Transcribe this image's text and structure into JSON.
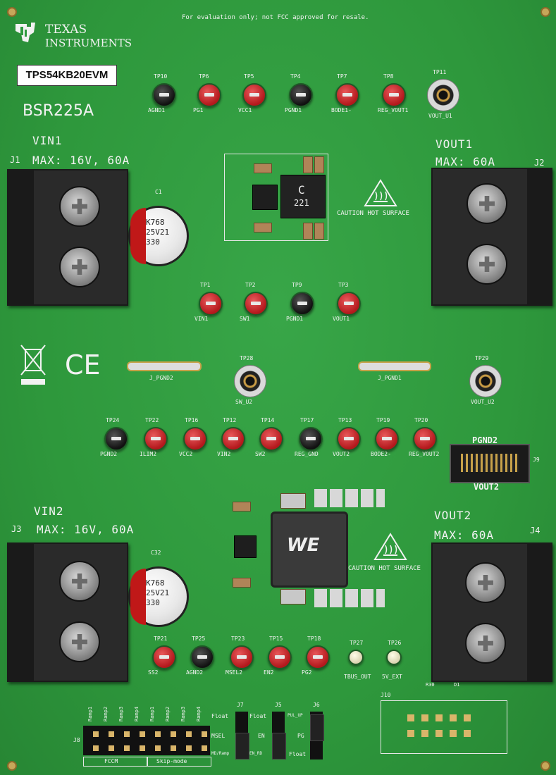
{
  "board": {
    "disclaimer": "For evaluation only; not FCC approved for resale.",
    "brand_line1": "TEXAS",
    "brand_line2": "INSTRUMENTS",
    "model": "TPS54KB20EVM",
    "rev": "BSR225A",
    "caution1": "CAUTION HOT SURFACE",
    "caution2": "CAUTION HOT SURFACE"
  },
  "inputs": {
    "vin1_name": "VIN1",
    "vin1_max": "MAX: 16V, 60A",
    "j1": "J1",
    "vin2_name": "VIN2",
    "vin2_max": "MAX: 16V, 60A",
    "j3": "J3"
  },
  "outputs": {
    "vout1_name": "VOUT1",
    "vout1_max": "MAX:   60A",
    "j2": "J2",
    "vout2_name": "VOUT2",
    "vout2_max": "MAX:   60A",
    "j4": "J4"
  },
  "testpoints_top": [
    {
      "id": "TP10",
      "label": "AGND1"
    },
    {
      "id": "TP6",
      "label": "PG1"
    },
    {
      "id": "TP5",
      "label": "VCC1"
    },
    {
      "id": "TP4",
      "label": "PGND1"
    },
    {
      "id": "TP7",
      "label": "BODE1-"
    },
    {
      "id": "TP8",
      "label": "REG_VOUT1"
    },
    {
      "id": "TP11",
      "label": "VOUT_U1"
    }
  ],
  "testpoints_mid1": [
    {
      "id": "TP1",
      "label": "VIN1"
    },
    {
      "id": "TP2",
      "label": "SW1"
    },
    {
      "id": "TP9",
      "label": "PGND1"
    },
    {
      "id": "TP3",
      "label": "VOUT1"
    }
  ],
  "coax_mid": [
    {
      "id": "TP28",
      "label": "SW_U2"
    },
    {
      "id": "TP29",
      "label": "VOUT_U2"
    }
  ],
  "jumpers_mid": {
    "j1": "J_PGND2",
    "j2": "J_PGND1"
  },
  "testpoints_mid2": [
    {
      "id": "TP24",
      "label": "PGND2"
    },
    {
      "id": "TP22",
      "label": "ILIM2"
    },
    {
      "id": "TP16",
      "label": "VCC2"
    },
    {
      "id": "TP12",
      "label": "VIN2"
    },
    {
      "id": "TP14",
      "label": "SW2"
    },
    {
      "id": "TP17",
      "label": "REG_GND"
    },
    {
      "id": "TP13",
      "label": "VOUT2"
    },
    {
      "id": "TP19",
      "label": "BODE2-"
    },
    {
      "id": "TP20",
      "label": "REG_VOUT2"
    }
  ],
  "connector_j9": {
    "top": "PGND2",
    "bottom": "VOUT2",
    "ref": "J9"
  },
  "testpoints_bottom": [
    {
      "id": "TP21",
      "label": "SS2"
    },
    {
      "id": "TP25",
      "label": "AGND2"
    },
    {
      "id": "TP23",
      "label": "MSEL2"
    },
    {
      "id": "TP15",
      "label": "EN2"
    },
    {
      "id": "TP18",
      "label": "PG2"
    },
    {
      "id": "TP27",
      "label": "TBUS_OUT"
    },
    {
      "id": "TP26",
      "label": "5V_EXT"
    }
  ],
  "header_j8": {
    "ref": "J8",
    "pins": [
      "Ramp1",
      "Ramp2",
      "Ramp3",
      "Ramp4",
      "Ramp1",
      "Ramp2",
      "Ramp3",
      "Ramp4"
    ],
    "group1": "FCCM",
    "group2": "Skip-mode"
  },
  "jumpers_bottom": {
    "j7": "J7",
    "j5": "J5",
    "j6": "J6",
    "float1": "Float",
    "msel": "MSEL",
    "mdramp": "MD/Ramp",
    "float2": "Float",
    "en": "EN",
    "en_rd": "EN_RD",
    "pul_up": "PUL_UP",
    "pg": "PG",
    "float3": "Float"
  },
  "j10": {
    "ref": "J10",
    "r30": "R30",
    "d1": "D1"
  },
  "caps": {
    "c1": "C1",
    "c32": "C32",
    "text": [
      "K768",
      "25V21",
      "330"
    ]
  },
  "inductor": {
    "l1_text": "221",
    "we": "WE"
  },
  "colors": {
    "pcb": "#2e9a3e",
    "silk": "#f2f2f2",
    "tp_red": "#c21b20",
    "tp_black": "#1a1a1a"
  }
}
